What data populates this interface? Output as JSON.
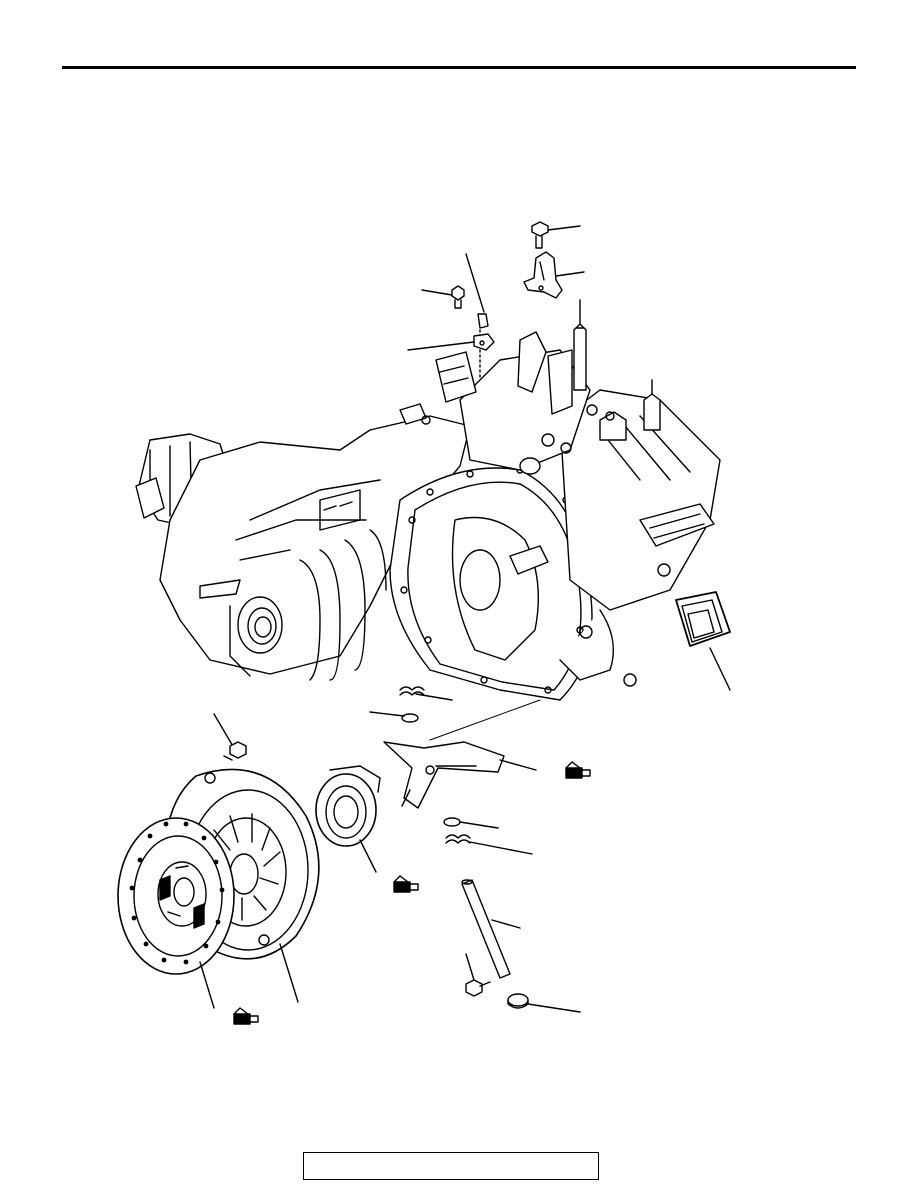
{
  "page": {
    "footer_text": ""
  },
  "figure": {
    "parts": [
      "bolt-top",
      "bracket-top",
      "bolt-small",
      "clip",
      "bracket-mid",
      "transaxle-case",
      "dust-boot",
      "spring-1",
      "washer-1",
      "bolt-left",
      "release-fork",
      "release-bearing",
      "clutch-cover",
      "clutch-disc",
      "washer-2",
      "spring-2",
      "shaft",
      "bolt-lower",
      "packing",
      "grease-1",
      "grease-2",
      "grease-3",
      "grease-4"
    ]
  }
}
